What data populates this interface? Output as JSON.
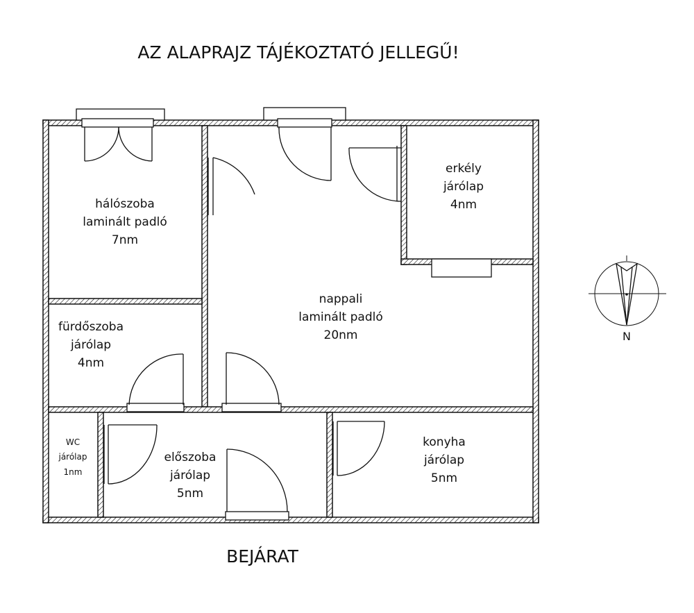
{
  "title": "AZ ALAPRAJZ TÁJÉKOZTATÓ JELLEGŰ!",
  "entrance": "BEJÁRAT",
  "compass": {
    "label": "N"
  },
  "rooms": [
    {
      "name": "hálószoba",
      "floor": "laminált padló",
      "area": "7nm"
    },
    {
      "name": "nappali",
      "floor": "laminált padló",
      "area": "20nm"
    },
    {
      "name": "erkély",
      "floor": "járólap",
      "area": "4nm"
    },
    {
      "name": "fürdőszoba",
      "floor": "járólap",
      "area": "4nm"
    },
    {
      "name": "WC",
      "floor": "járólap",
      "area": "1nm"
    },
    {
      "name": "előszoba",
      "floor": "járólap",
      "area": "5nm"
    },
    {
      "name": "konyha",
      "floor": "járólap",
      "area": "5nm"
    }
  ],
  "colors": {
    "ink": "#111111",
    "background": "#ffffff"
  }
}
